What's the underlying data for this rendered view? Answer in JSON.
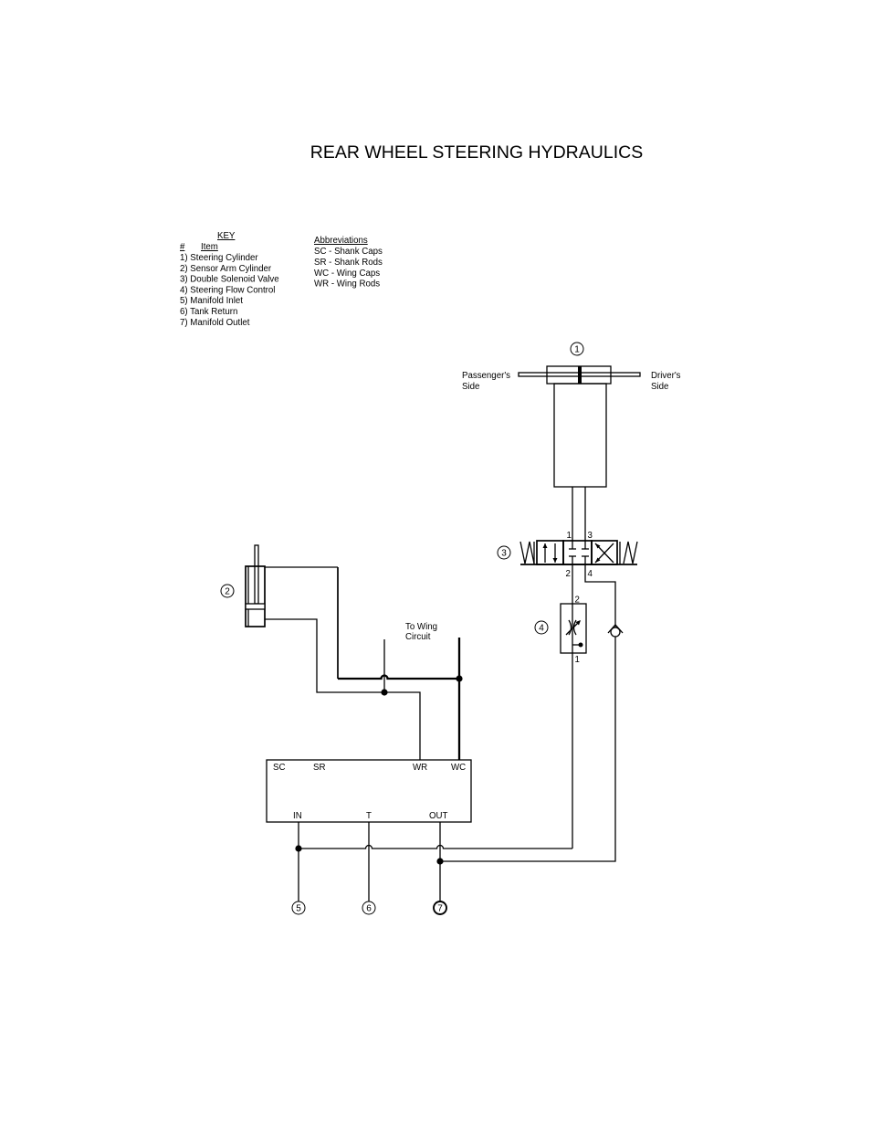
{
  "title": "REAR WHEEL STEERING HYDRAULICS",
  "key": {
    "heading": "KEY",
    "col_number": "#",
    "col_item": "Item",
    "items": [
      "1) Steering Cylinder",
      "2) Sensor Arm Cylinder",
      "3) Double Solenoid Valve",
      "4) Steering Flow Control",
      "5) Manifold Inlet",
      "6) Tank Return",
      "7) Manifold Outlet"
    ]
  },
  "abbreviations": {
    "heading": "Abbreviations",
    "items": [
      "SC - Shank Caps",
      "SR - Shank Rods",
      "WC - Wing Caps",
      "WR - Wing Rods"
    ]
  },
  "callouts": [
    "1",
    "2",
    "3",
    "4",
    "5",
    "6",
    "7"
  ],
  "steering_cylinder": {
    "left_label": [
      "Passenger's",
      "Side"
    ],
    "right_label": [
      "Driver's",
      "Side"
    ]
  },
  "valve_ports": {
    "top_left": "1",
    "top_right": "3",
    "bottom_left": "2",
    "bottom_right": "4"
  },
  "flow_control_ports": {
    "top": "2",
    "bottom": "1"
  },
  "wing_circuit_label": [
    "To Wing",
    "Circuit"
  ],
  "manifold_ports": {
    "sc": "SC",
    "sr": "SR",
    "wr": "WR",
    "wc": "WC",
    "in": "IN",
    "t": "T",
    "out": "OUT"
  }
}
